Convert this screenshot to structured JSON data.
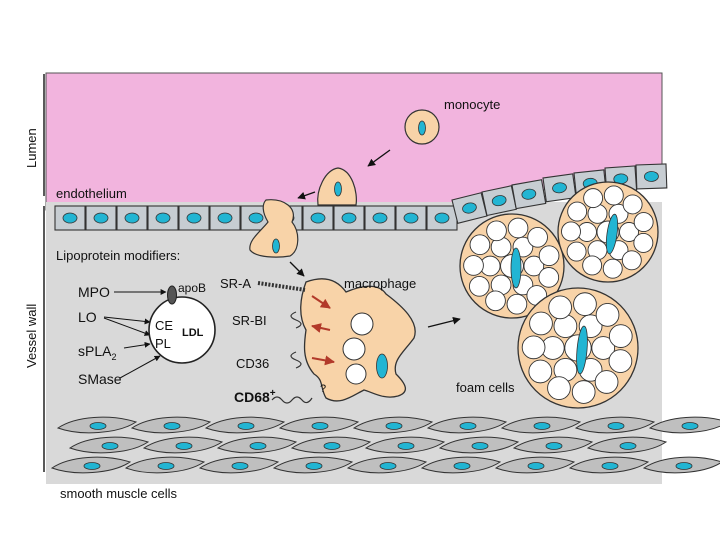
{
  "side_labels": {
    "lumen": "Lumen",
    "vessel_wall": "Vessel wall"
  },
  "labels": {
    "monocyte": "monocyte",
    "endothelium": "endothelium",
    "lipoprotein_modifiers": "Lipoprotein modifiers:",
    "macrophage": "macrophage",
    "foam_cells": "foam cells",
    "smooth_muscle_cells": "smooth muscle cells",
    "unknown_mark": "?"
  },
  "modifiers": [
    "MPO",
    "LO",
    "sPLA",
    "SMase"
  ],
  "modifier_subscript": "2",
  "ldl": {
    "apob": "apoB",
    "ce": "CE",
    "pl": "PL",
    "ldl": "LDL"
  },
  "receptors": [
    "SR-A",
    "SR-BI",
    "CD36",
    "CD68"
  ],
  "receptor_superscript": "+",
  "colors": {
    "lumen": "#f2b4de",
    "vessel_wall": "#d9d9d9",
    "cell_fill": "#f8d3a8",
    "nucleus": "#22b5d3",
    "cell_outline": "#333333",
    "arrow_red": "#b23a2a",
    "smooth_muscle": "#bfbfbf"
  }
}
